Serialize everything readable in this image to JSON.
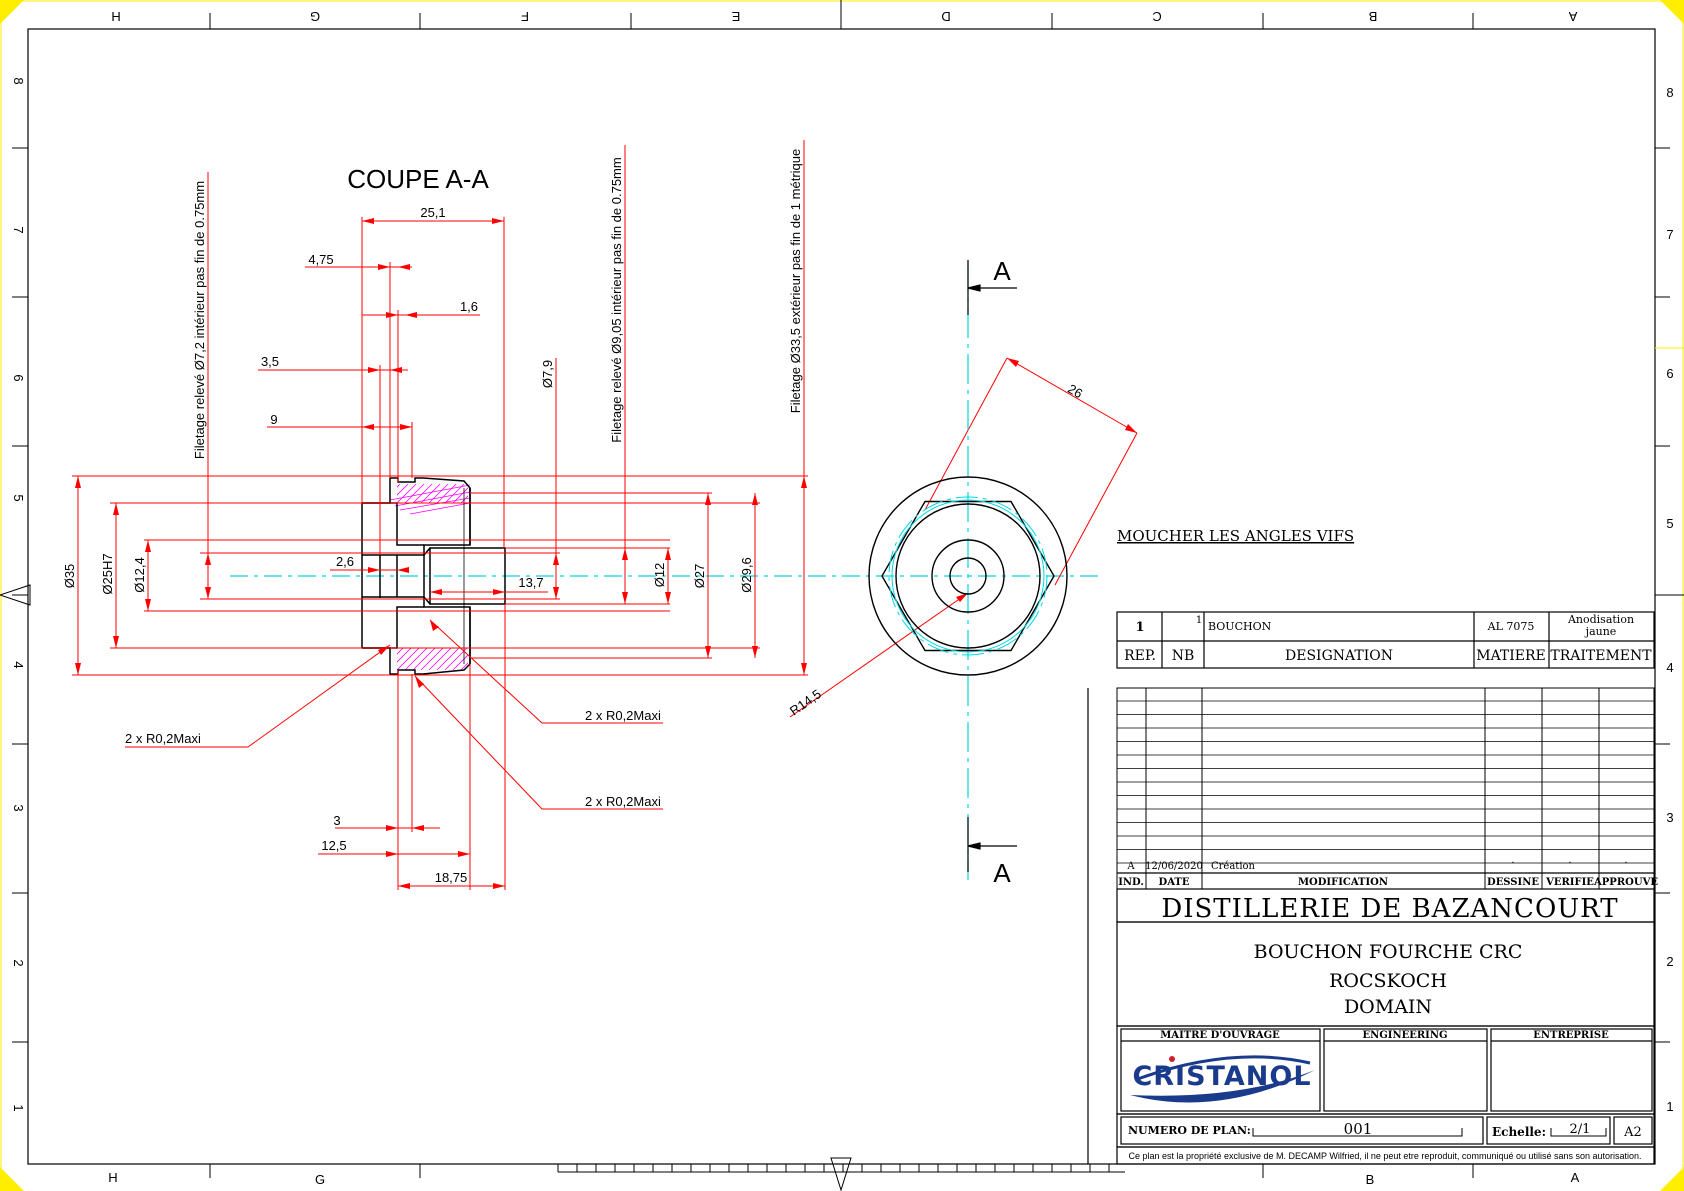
{
  "sheet": {
    "columns_top": [
      "H",
      "G",
      "F",
      "E",
      "D",
      "C",
      "B",
      "A"
    ],
    "columns_bottom": [
      "H",
      "G",
      "B",
      "A"
    ],
    "rows": [
      "8",
      "7",
      "6",
      "5",
      "4",
      "3",
      "2",
      "1"
    ]
  },
  "section_view": {
    "title": "COUPE A-A",
    "dims": {
      "d25_1": "25,1",
      "d4_75": "4,75",
      "d1_6": "1,6",
      "d3_5": "3,5",
      "d9": "9",
      "d2_6": "2,6",
      "d13_7": "13,7",
      "d3": "3",
      "d12_5": "12,5",
      "d18_75": "18,75",
      "dia35": "Ø35",
      "dia25h7": "Ø25H7",
      "dia12_4": "Ø12,4",
      "dia7_9": "Ø7,9",
      "dia12": "Ø12",
      "dia27": "Ø27",
      "dia29_6": "Ø29,6"
    },
    "thread_notes": {
      "t1": "Filetage relevé Ø7,2 intérieur  pas fin de 0.75mm",
      "t2": "Filetage relevé Ø9,05 intérieur pas fin de 0.75mm",
      "t3": "Filetage Ø33,5 extérieur pas fin de 1 métrique"
    },
    "radius_notes": {
      "r1": "2 x R0,2Maxi",
      "r2": "2 x R0,2Maxi",
      "r3": "2 x R0,2Maxi"
    }
  },
  "front_view": {
    "section_label_top": "A",
    "section_label_bottom": "A",
    "dim_hex": "26",
    "dim_radius": "R14,5"
  },
  "note": "MOUCHER LES ANGLES VIFS",
  "bom": {
    "row": {
      "rep": "1",
      "nb": "1",
      "designation": "BOUCHON",
      "matiere": "AL 7075",
      "traitement_l1": "Anodisation",
      "traitement_l2": "jaune"
    },
    "headers": {
      "rep": "REP.",
      "nb": "NB",
      "designation": "DESIGNATION",
      "matiere": "MATIERE",
      "traitement": "TRAITEMENT"
    }
  },
  "revisions": {
    "row": {
      "ind": "A",
      "date": "12/06/2020",
      "modification": "Création",
      "dessine": "·",
      "verifie": "·",
      "approuve": "·"
    },
    "headers": {
      "ind": "IND.",
      "date": "DATE",
      "modification": "MODIFICATION",
      "dessine": "DESSINE",
      "verifie": "VERIFIE",
      "approuve": "APPROUVE"
    }
  },
  "title_block": {
    "company": "DISTILLERIE DE BAZANCOURT",
    "title_l1": "BOUCHON FOURCHE CRC",
    "title_l2": "ROCSKOCH",
    "title_l3": "DOMAIN",
    "maitre_label": "MAITRE D'OUVRAGE",
    "engineering_label": "ENGINEERING",
    "entreprise_label": "ENTREPRISE",
    "logo_text": "CRISTANOL",
    "plan_label": "NUMERO DE PLAN:",
    "plan_number": "001",
    "scale_label": "Echelle:",
    "scale_value": "2/1",
    "format": "A2",
    "disclaimer": "Ce plan est la propriété exclusive de M. DECAMP Wilfried, il ne peut etre reproduit, communiqué ou utilisé sans son autorisation."
  },
  "colors": {
    "geometry": "#000000",
    "dimension": "#ff0000",
    "centerline": "#00d8e0",
    "hatch": "#ff00ff",
    "logo_blue": "#1a3a8c"
  }
}
